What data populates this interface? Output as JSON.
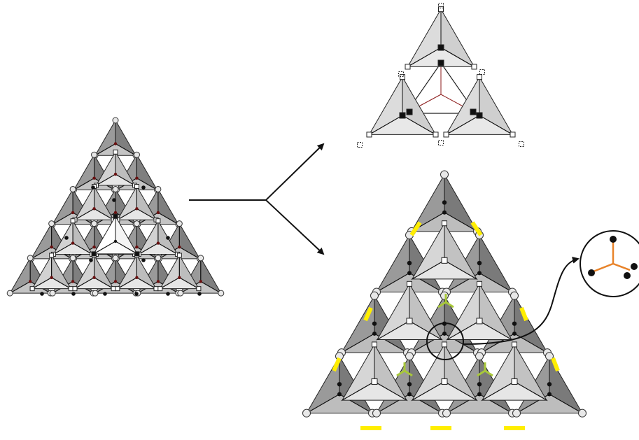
{
  "figure": {
    "panels": [
      {
        "name": "full-cluster",
        "role": "source assembly of nested tetrahedra"
      },
      {
        "name": "fragment-top",
        "role": "decomposed fragment with open sites"
      },
      {
        "name": "fragment-bottom",
        "role": "framework fragment with linkers"
      },
      {
        "name": "node-zoom",
        "role": "magnified three-connected node"
      }
    ],
    "colors": {
      "tetra_dark": "#8a8a8a",
      "tetra_mid": "#b8b8b8",
      "tetra_light": "#dedede",
      "center_white": "#ffffff",
      "linker_yellow": "#ffee00",
      "linker_green": "#a8c83a",
      "zoom_linker": "#e8832a",
      "edge": "#222222"
    },
    "icons": {
      "open_vertex": "circle-node-icon",
      "square_vertex": "square-node-icon",
      "dashed_site": "dashed-square-site-icon",
      "black_vertex": "black-node-icon"
    }
  }
}
